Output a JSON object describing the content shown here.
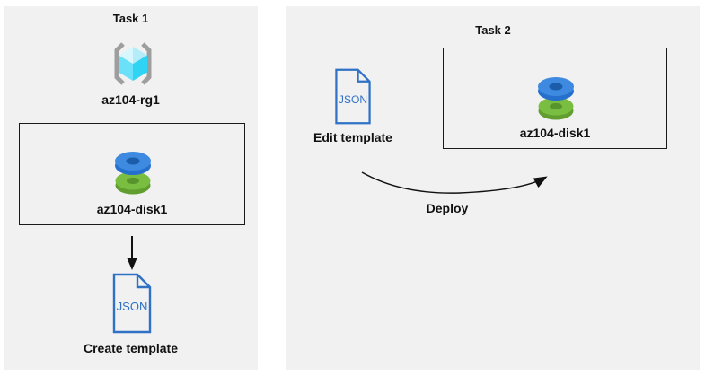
{
  "diagram": {
    "task1": {
      "title": "Task 1",
      "resource_group": {
        "label": "az104-rg1"
      },
      "disk": {
        "label": "az104-disk1"
      },
      "template_file": {
        "text": "JSON"
      },
      "action": "Create template"
    },
    "task2": {
      "title": "Task 2",
      "template_file": {
        "text": "JSON"
      },
      "edit_action": "Edit template",
      "disk": {
        "label": "az104-disk1"
      },
      "deploy_action": "Deploy"
    },
    "colors": {
      "panel_background": "#f1f1f2",
      "box_border": "#1a1a1a",
      "json_file_blue": "#2e71c5",
      "disk_blue_top": "#3d8ae0",
      "disk_blue_side": "#2470cc",
      "disk_blue_hole": "#1c5dab",
      "disk_green_top": "#79bd41",
      "disk_green_side": "#619e2f",
      "disk_green_hole": "#58942c",
      "cube_cyan_light": "#d8f7fd",
      "cube_cyan_mid": "#6be0f9",
      "cube_cyan_dark": "#2fd3f3",
      "bracket_gray": "#9e9e9e",
      "arrow_black": "#111111"
    }
  }
}
